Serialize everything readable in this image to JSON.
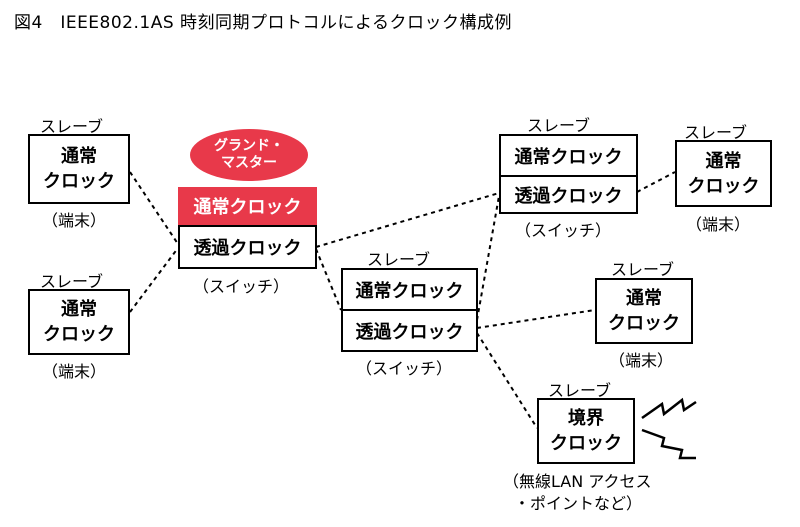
{
  "title": "図4　IEEE802.1AS 時刻同期プロトコルによるクロック構成例",
  "labels": {
    "slave": "スレーブ",
    "terminal": "（端末）",
    "switch": "（スイッチ）",
    "wireless_line1": "（無線LAN アクセス",
    "wireless_line2": "・ポイントなど）"
  },
  "clocks": {
    "ordinary_line1": "通常",
    "ordinary_line2": "クロック",
    "ordinary": "通常クロック",
    "transparent": "透過クロック",
    "boundary_line1": "境界",
    "boundary_line2": "クロック"
  },
  "grandmaster": {
    "line1": "グランド・",
    "line2": "マスター"
  },
  "colors": {
    "accent": "#e8394a"
  }
}
